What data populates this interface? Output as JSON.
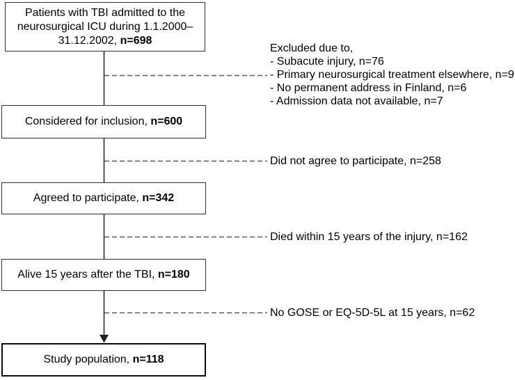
{
  "colors": {
    "line": "#1f1f1f",
    "dash": "#5a5a5a",
    "border": "#2e2e2e",
    "final_border": "#0a0a0a",
    "text": "#000000",
    "bg": "#ffffff"
  },
  "boxes": [
    {
      "text": "Patients with TBI admitted to the neurosurgical ICU during 1.1.2000–31.12.2002,",
      "n": "n=698"
    },
    {
      "text": "Considered for inclusion,",
      "n": "n=600"
    },
    {
      "text": "Agreed to participate,",
      "n": "n=342"
    },
    {
      "text": "Alive 15 years after the TBI,",
      "n": "n=180"
    },
    {
      "text": "Study population,",
      "n": "n=118"
    }
  ],
  "exclusions": {
    "title": "Excluded due to,",
    "items": [
      "- Subacute injury, n=76",
      "- Primary neurosurgical treatment elsewhere, n=9",
      "- No permanent address in Finland, n=6",
      "- Admission data not available, n=7"
    ]
  },
  "side_labels": [
    "Did not agree to participate, n=258",
    "Died within 15 years of the injury, n=162",
    "No GOSE or EQ-5D-5L at 15 years, n=62"
  ]
}
